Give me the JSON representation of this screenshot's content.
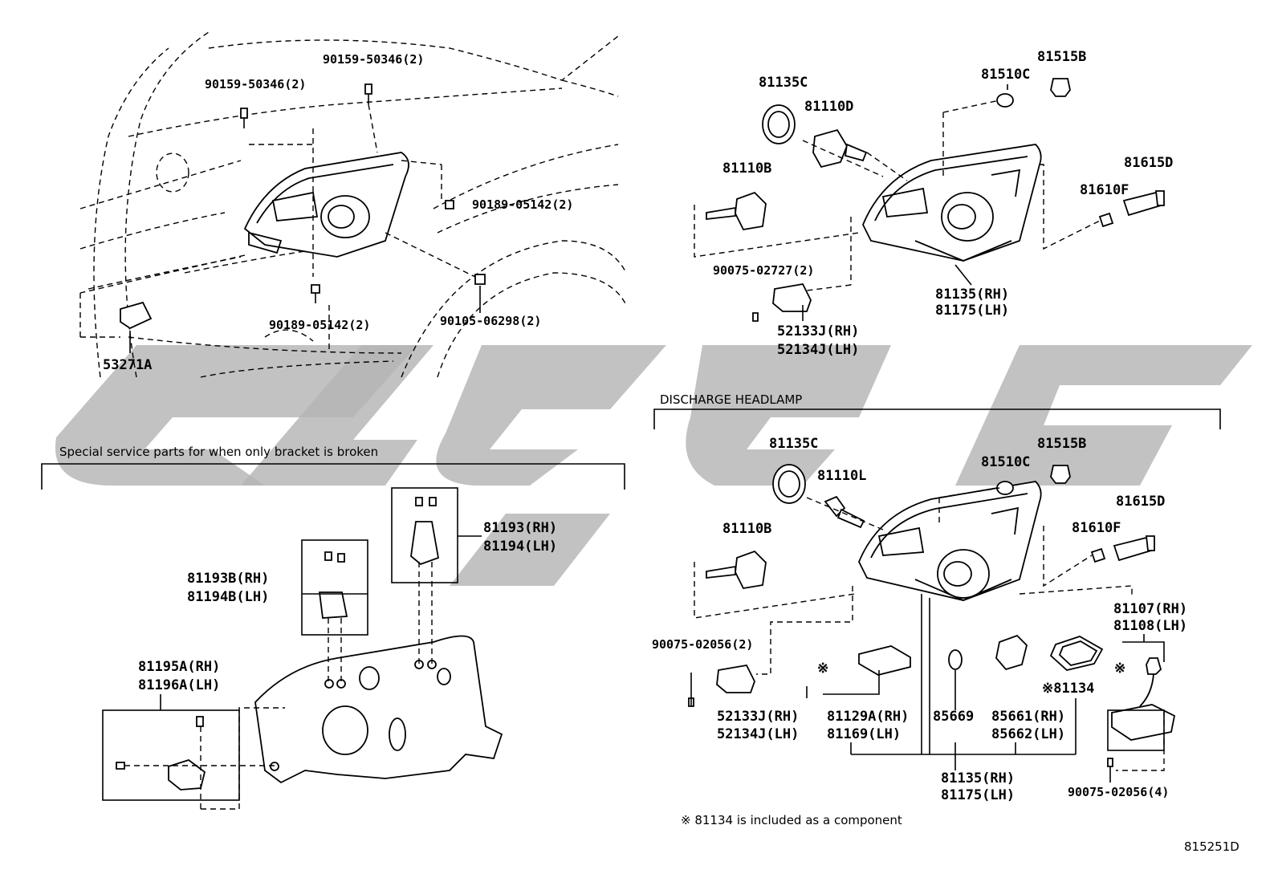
{
  "top_left": {
    "callouts": [
      {
        "id": "tl_90159_a",
        "text": "90159-50346(2)"
      },
      {
        "id": "tl_90159_b",
        "text": "90159-50346(2)"
      },
      {
        "id": "tl_90189_a",
        "text": "90189-05142(2)"
      },
      {
        "id": "tl_90189_b",
        "text": "90189-05142(2)"
      },
      {
        "id": "tl_90105",
        "text": "90105-06298(2)"
      },
      {
        "id": "tl_53271",
        "text": "53271A"
      }
    ]
  },
  "top_right": {
    "callouts": [
      {
        "id": "tr_81135c",
        "text": "81135C"
      },
      {
        "id": "tr_81110d",
        "text": "81110D"
      },
      {
        "id": "tr_81110b",
        "text": "81110B"
      },
      {
        "id": "tr_81510c",
        "text": "81510C"
      },
      {
        "id": "tr_81515b",
        "text": "81515B"
      },
      {
        "id": "tr_81615d",
        "text": "81615D"
      },
      {
        "id": "tr_81610f",
        "text": "81610F"
      },
      {
        "id": "tr_90075",
        "text": "90075-02727(2)"
      },
      {
        "id": "tr_81135rh",
        "text": "81135(RH)"
      },
      {
        "id": "tr_81175lh",
        "text": "81175(LH)"
      },
      {
        "id": "tr_52133",
        "text": "52133J(RH)"
      },
      {
        "id": "tr_52134",
        "text": "52134J(LH)"
      }
    ]
  },
  "bracket_section": {
    "title": "Special service parts for when only bracket is broken",
    "callouts": [
      {
        "id": "bs_81193rh",
        "text": "81193(RH)"
      },
      {
        "id": "bs_81194lh",
        "text": "81194(LH)"
      },
      {
        "id": "bs_81193brh",
        "text": "81193B(RH)"
      },
      {
        "id": "bs_81194blh",
        "text": "81194B(LH)"
      },
      {
        "id": "bs_81195arh",
        "text": "81195A(RH)"
      },
      {
        "id": "bs_81196alh",
        "text": "81196A(LH)"
      }
    ]
  },
  "discharge_section": {
    "title": "DISCHARGE HEADLAMP",
    "callouts": [
      {
        "id": "dh_81135c",
        "text": "81135C"
      },
      {
        "id": "dh_81110l",
        "text": "81110L"
      },
      {
        "id": "dh_81110b",
        "text": "81110B"
      },
      {
        "id": "dh_81510c",
        "text": "81510C"
      },
      {
        "id": "dh_81515b",
        "text": "81515B"
      },
      {
        "id": "dh_81615d",
        "text": "81615D"
      },
      {
        "id": "dh_81610f",
        "text": "81610F"
      },
      {
        "id": "dh_81107rh",
        "text": "81107(RH)"
      },
      {
        "id": "dh_81108lh",
        "text": "81108(LH)"
      },
      {
        "id": "dh_90075a",
        "text": "90075-02056(2)"
      },
      {
        "id": "dh_mark1",
        "text": "※"
      },
      {
        "id": "dh_mark2",
        "text": "※"
      },
      {
        "id": "dh_81134",
        "text": "※81134"
      },
      {
        "id": "dh_52133",
        "text": "52133J(RH)"
      },
      {
        "id": "dh_52134",
        "text": "52134J(LH)"
      },
      {
        "id": "dh_81129a",
        "text": "81129A(RH)"
      },
      {
        "id": "dh_81169",
        "text": "81169(LH)"
      },
      {
        "id": "dh_85669",
        "text": "85669"
      },
      {
        "id": "dh_85661",
        "text": "85661(RH)"
      },
      {
        "id": "dh_85662",
        "text": "85662(LH)"
      },
      {
        "id": "dh_81135rh",
        "text": "81135(RH)"
      },
      {
        "id": "dh_81175lh",
        "text": "81175(LH)"
      },
      {
        "id": "dh_90075b",
        "text": "90075-02056(4)"
      }
    ],
    "footnote": "※ 81134 is included as a component"
  },
  "figure_id": "815251D",
  "watermark_color": "#b5b5b5"
}
